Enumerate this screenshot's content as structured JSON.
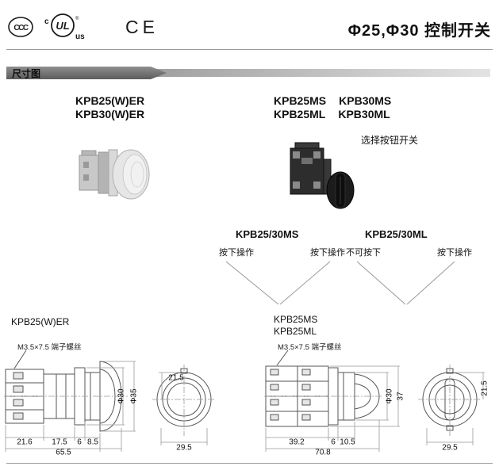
{
  "page": {
    "title": "Φ25,Φ30 控制开关"
  },
  "certifications": {
    "ccc_label": "CCC",
    "ul_c": "c",
    "ul_label": "UL",
    "ul_reg": "®",
    "ul_us": "us",
    "ce_label": "CE"
  },
  "section_banner": {
    "label": "尺寸图"
  },
  "products": {
    "left": {
      "models": [
        "KPB25(W)ER",
        "KPB30(W)ER"
      ]
    },
    "right": {
      "models_row1": [
        "KPB25MS",
        "KPB30MS"
      ],
      "models_row2": [
        "KPB25ML",
        "KPB30ML"
      ],
      "caption": "选择按钮开关"
    }
  },
  "operation": {
    "groups": [
      {
        "title": "KPB25/30MS",
        "labels": [
          "按下操作",
          "按下操作"
        ]
      },
      {
        "title": "KPB25/30ML",
        "labels": [
          "不可按下",
          "按下操作"
        ]
      }
    ]
  },
  "drawings": {
    "left": {
      "model": "KPB25(W)ER",
      "terminal_note": "M3.5×7.5 端子螺丝",
      "dims": {
        "d1": "21.6",
        "d2": "17.5",
        "d3": "6",
        "d4": "8.5",
        "total": "65.5",
        "dia1": "Φ30",
        "dia2": "Φ35",
        "front_h": "21.5",
        "front_w": "29.5"
      }
    },
    "right": {
      "models": [
        "KPB25MS",
        "KPB25ML"
      ],
      "terminal_note": "M3.5×7.5 端子螺丝",
      "dims": {
        "d1": "39.2",
        "d2": "6",
        "d3": "10.5",
        "total": "70.8",
        "dia1": "Φ30",
        "height": "37",
        "front_h": "21.5",
        "front_w": "29.5"
      }
    }
  }
}
